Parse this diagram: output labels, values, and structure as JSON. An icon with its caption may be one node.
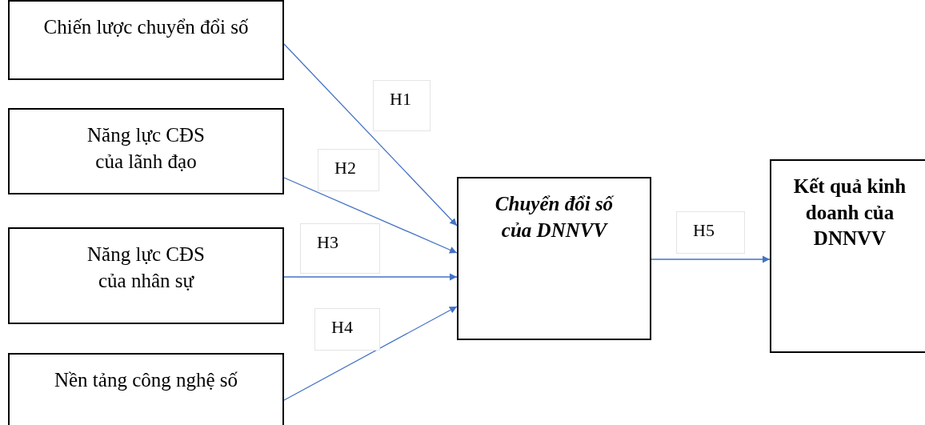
{
  "diagram": {
    "nodes": [
      {
        "text": [
          "Chiến lược chuyển đổi số"
        ]
      },
      {
        "text": [
          "Năng lực CĐS của lãnh đạo"
        ]
      },
      {
        "text": [
          "Năng lực CĐS của nhân sự"
        ]
      },
      {
        "text": [
          "Nền tảng công nghệ số"
        ]
      },
      {
        "text": [
          "Chuyển đổi số của DNNVV"
        ]
      },
      {
        "text": [
          "Kết quả kinh doanh của DNNVV"
        ]
      }
    ],
    "edges": [
      {
        "from": 0,
        "to": 4,
        "arrow": "to",
        "label": "H1"
      },
      {
        "from": 1,
        "to": 4,
        "arrow": "to",
        "label": "H2"
      },
      {
        "from": 2,
        "to": 4,
        "arrow": "to",
        "label": "H3"
      },
      {
        "from": 3,
        "to": 4,
        "arrow": "to",
        "label": "H4"
      },
      {
        "from": 4,
        "to": 5,
        "arrow": "to",
        "label": "H5"
      }
    ]
  }
}
